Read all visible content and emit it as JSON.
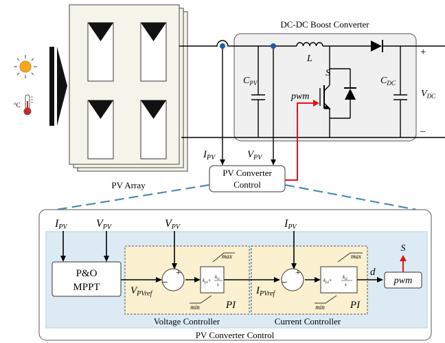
{
  "pv_array": {
    "label": "PV Array"
  },
  "environment": {
    "icons": [
      "sun-icon",
      "thermometer-icon"
    ],
    "temp_unit": "°C"
  },
  "converter": {
    "title": "DC-DC Boost Converter",
    "inductor": "L",
    "switch": "S",
    "pwm": "pwm",
    "cpv": "C",
    "cpv_sub": "PV",
    "cdc": "C",
    "cdc_sub": "DC",
    "vdc": "V",
    "vdc_sub": "DC",
    "plus": "+",
    "minus": "–"
  },
  "measurements": {
    "ipv": "I",
    "ipv_sub": "PV",
    "vpv": "V",
    "vpv_sub": "PV"
  },
  "control_box": {
    "line1": "PV Converter",
    "line2": "Control"
  },
  "detail": {
    "title": "PV Converter Control",
    "in_ipv": "I",
    "in_ipv_sub": "PV",
    "in_vpv": "V",
    "in_vpv_sub": "PV",
    "vc_vpv": "V",
    "vc_vpv_sub": "PV",
    "cc_ipv": "I",
    "cc_ipv_sub": "PV",
    "mppt_line1": "P&O",
    "mppt_line2": "MPPT",
    "vref": "V",
    "vref_sub": "PVref",
    "iref": "I",
    "iref_sub": "PVref",
    "plus": "+",
    "minus": "−",
    "max": "max",
    "min": "min",
    "pi": "PI",
    "vc_kp": "k",
    "vc_kp_sub": "p1",
    "vc_ki": "k",
    "vc_ki_sub": "i1",
    "cc_kp": "k",
    "cc_kp_sub": "p2",
    "cc_ki": "k",
    "cc_ki_sub": "i2",
    "s_den": "s",
    "plus_sign": "+",
    "d": "d",
    "pwm": "pwm",
    "s_out": "S",
    "voltage_controller": "Voltage Controller",
    "current_controller": "Current Controller"
  },
  "colors": {
    "line": "#000000",
    "signal_red": "#e8101a",
    "node_blue": "#1f5aa6",
    "dashed_teal": "#4a8cb0",
    "converter_bg": "#f0f0f0",
    "control_bg": "#dcebf3",
    "controller_bg": "#fbf0cf",
    "panel_face": "#f4f4ea",
    "sun": "#f6a623"
  }
}
